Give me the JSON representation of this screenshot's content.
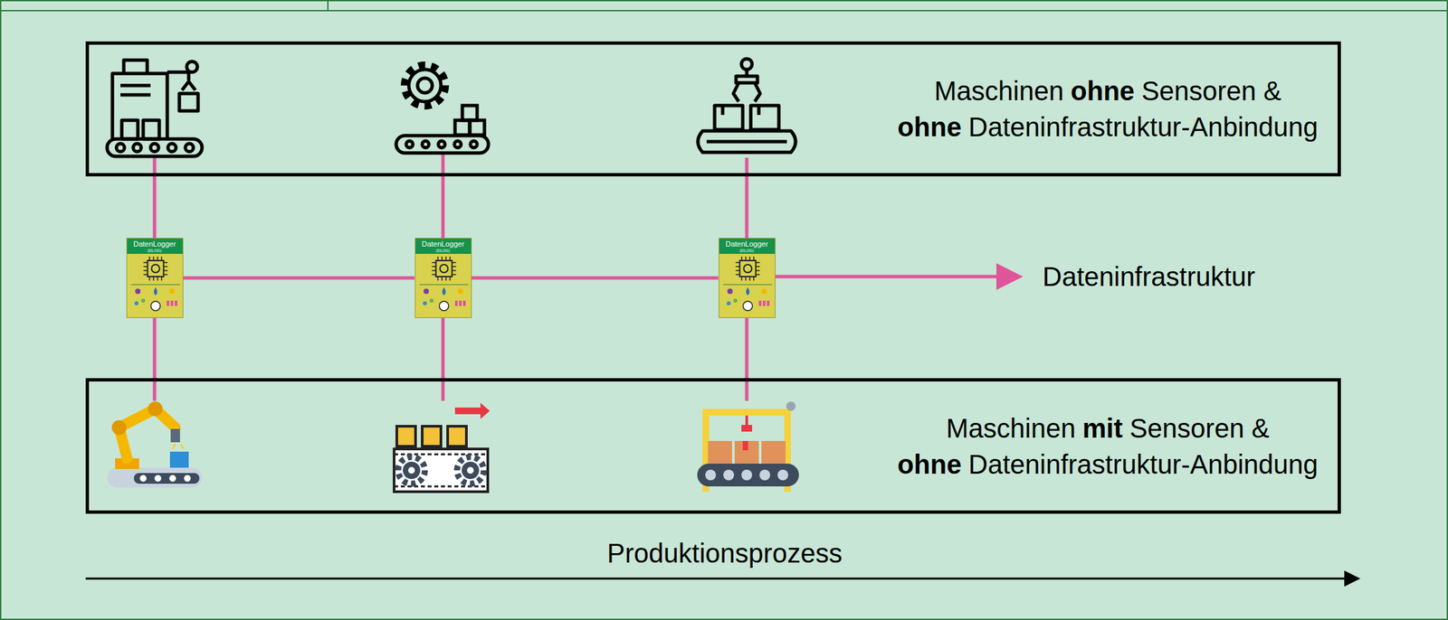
{
  "diagram": {
    "nodes": [
      {
        "text": [
          "Maschinen",
          "ohne",
          "Sensoren &",
          "ohne",
          "Dateninfrastruktur-Anbindung"
        ]
      },
      {
        "text": [
          "DatenLogger",
          "(DLOG)"
        ]
      },
      {
        "text": [
          "DatenLogger",
          "(DLOG)"
        ]
      },
      {
        "text": [
          "DatenLogger",
          "(DLOG)"
        ]
      },
      {
        "text": [
          "Maschinen",
          "mit",
          "Sensoren &",
          "ohne",
          "Dateninfrastruktur-Anbindung"
        ]
      }
    ],
    "edges": [
      {
        "from": 0,
        "to": 1,
        "arrow": "none"
      },
      {
        "from": 0,
        "to": 2,
        "arrow": "none"
      },
      {
        "from": 0,
        "to": 3,
        "arrow": "none"
      },
      {
        "from": 1,
        "to": 2,
        "arrow": "none"
      },
      {
        "from": 2,
        "to": 3,
        "arrow": "none"
      },
      {
        "from": 1,
        "to": 4,
        "arrow": "none"
      },
      {
        "from": 2,
        "to": 4,
        "arrow": "none"
      },
      {
        "from": 3,
        "to": 4,
        "arrow": "none"
      }
    ],
    "labels": [
      "Dateninfrastruktur",
      "Produktionsprozess"
    ]
  }
}
